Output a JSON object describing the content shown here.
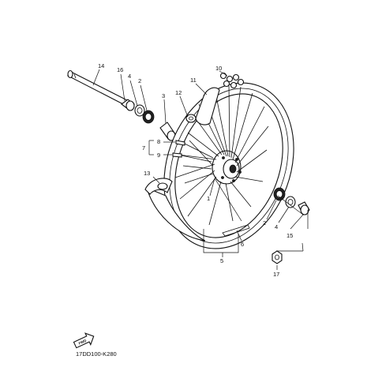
{
  "callouts": {
    "c1": "1",
    "c2a": "2",
    "c2b": "2",
    "c3": "3",
    "c4a": "4",
    "c4b": "4",
    "c5": "5",
    "c6": "6",
    "c7": "7",
    "c8": "8",
    "c9": "9",
    "c10": "10",
    "c11": "11",
    "c12": "12",
    "c13": "13",
    "c14": "14",
    "c15": "15",
    "c16": "16",
    "c17": "17"
  },
  "forward_badge": "FWD",
  "diagram_code": "17DD100-K280"
}
